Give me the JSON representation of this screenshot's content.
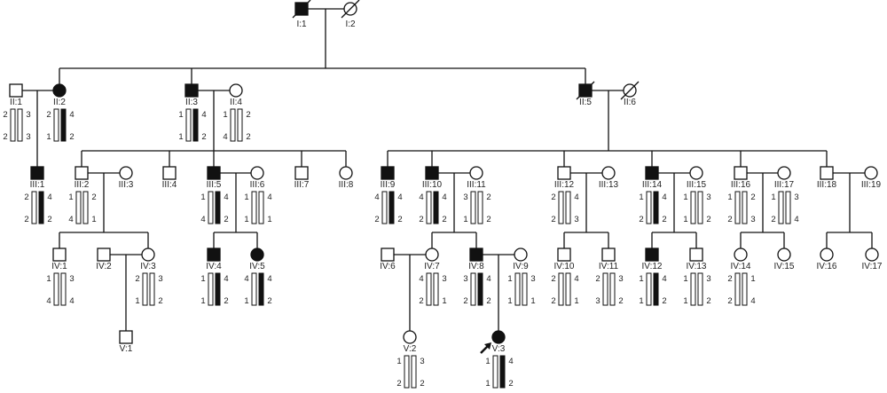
{
  "title": "Family pedigree with haplotypes",
  "colors": {
    "affected": "#111111",
    "unaffected": "#ffffff",
    "line": "#111111"
  },
  "proband": "V:3",
  "individuals": [
    {
      "id": "I:1",
      "sex": "M",
      "affected": true,
      "deceased": true
    },
    {
      "id": "I:2",
      "sex": "F",
      "affected": false,
      "deceased": true
    },
    {
      "id": "II:1",
      "sex": "M",
      "affected": false,
      "hap": {
        "l": [
          "2",
          "2"
        ],
        "r": [
          "3",
          "3"
        ],
        "fill": false
      }
    },
    {
      "id": "II:2",
      "sex": "F",
      "affected": true,
      "hap": {
        "l": [
          "2",
          "1"
        ],
        "r": [
          "4",
          "2"
        ],
        "fill": true
      }
    },
    {
      "id": "II:3",
      "sex": "M",
      "affected": true,
      "hap": {
        "l": [
          "1",
          "1"
        ],
        "r": [
          "4",
          "2"
        ],
        "fill": true
      }
    },
    {
      "id": "II:4",
      "sex": "F",
      "affected": false,
      "hap": {
        "l": [
          "1",
          "4"
        ],
        "r": [
          "2",
          "2"
        ],
        "fill": false
      }
    },
    {
      "id": "II:5",
      "sex": "M",
      "affected": true,
      "deceased": true
    },
    {
      "id": "II:6",
      "sex": "F",
      "affected": false,
      "deceased": true
    },
    {
      "id": "III:1",
      "sex": "M",
      "affected": true,
      "hap": {
        "l": [
          "2",
          "2"
        ],
        "r": [
          "4",
          "2"
        ],
        "fill": true
      }
    },
    {
      "id": "III:2",
      "sex": "M",
      "affected": false,
      "hap": {
        "l": [
          "1",
          "4"
        ],
        "r": [
          "2",
          "1"
        ],
        "fill": false
      }
    },
    {
      "id": "III:3",
      "sex": "F",
      "affected": false
    },
    {
      "id": "III:4",
      "sex": "M",
      "affected": false
    },
    {
      "id": "III:5",
      "sex": "M",
      "affected": true,
      "hap": {
        "l": [
          "1",
          "4"
        ],
        "r": [
          "4",
          "2"
        ],
        "fill": true
      }
    },
    {
      "id": "III:6",
      "sex": "F",
      "affected": false,
      "hap": {
        "l": [
          "1",
          "1"
        ],
        "r": [
          "4",
          "1"
        ],
        "fill": false
      }
    },
    {
      "id": "III:7",
      "sex": "M",
      "affected": false
    },
    {
      "id": "III:8",
      "sex": "F",
      "affected": false
    },
    {
      "id": "III:9",
      "sex": "M",
      "affected": true,
      "hap": {
        "l": [
          "4",
          "2"
        ],
        "r": [
          "4",
          "2"
        ],
        "fill": true
      }
    },
    {
      "id": "III:10",
      "sex": "M",
      "affected": true,
      "hap": {
        "l": [
          "4",
          "2"
        ],
        "r": [
          "4",
          "2"
        ],
        "fill": true
      }
    },
    {
      "id": "III:11",
      "sex": "F",
      "affected": false,
      "hap": {
        "l": [
          "3",
          "1"
        ],
        "r": [
          "2",
          "2"
        ],
        "fill": false
      }
    },
    {
      "id": "III:12",
      "sex": "M",
      "affected": false,
      "hap": {
        "l": [
          "2",
          "2"
        ],
        "r": [
          "4",
          "3"
        ],
        "fill": false
      }
    },
    {
      "id": "III:13",
      "sex": "F",
      "affected": false
    },
    {
      "id": "III:14",
      "sex": "M",
      "affected": true,
      "hap": {
        "l": [
          "1",
          "2"
        ],
        "r": [
          "4",
          "2"
        ],
        "fill": true
      }
    },
    {
      "id": "III:15",
      "sex": "F",
      "affected": false,
      "hap": {
        "l": [
          "1",
          "1"
        ],
        "r": [
          "3",
          "2"
        ],
        "fill": false
      }
    },
    {
      "id": "III:16",
      "sex": "M",
      "affected": false,
      "hap": {
        "l": [
          "1",
          "2"
        ],
        "r": [
          "2",
          "3"
        ],
        "fill": false
      }
    },
    {
      "id": "III:17",
      "sex": "F",
      "affected": false,
      "hap": {
        "l": [
          "1",
          "2"
        ],
        "r": [
          "3",
          "4"
        ],
        "fill": false
      }
    },
    {
      "id": "III:18",
      "sex": "M",
      "affected": false
    },
    {
      "id": "III:19",
      "sex": "F",
      "affected": false
    },
    {
      "id": "IV:1",
      "sex": "M",
      "affected": false,
      "hap": {
        "l": [
          "1",
          "4"
        ],
        "r": [
          "3",
          "4"
        ],
        "fill": false
      }
    },
    {
      "id": "IV:2",
      "sex": "M",
      "affected": false
    },
    {
      "id": "IV:3",
      "sex": "F",
      "affected": false,
      "hap": {
        "l": [
          "2",
          "1"
        ],
        "r": [
          "3",
          "2"
        ],
        "fill": false
      }
    },
    {
      "id": "IV:4",
      "sex": "M",
      "affected": true,
      "hap": {
        "l": [
          "1",
          "1"
        ],
        "r": [
          "4",
          "2"
        ],
        "fill": true
      }
    },
    {
      "id": "IV:5",
      "sex": "F",
      "affected": true,
      "hap": {
        "l": [
          "4",
          "1"
        ],
        "r": [
          "4",
          "2"
        ],
        "fill": true
      }
    },
    {
      "id": "IV:6",
      "sex": "M",
      "affected": false
    },
    {
      "id": "IV:7",
      "sex": "F",
      "affected": false,
      "hap": {
        "l": [
          "4",
          "2"
        ],
        "r": [
          "3",
          "1"
        ],
        "fill": false
      }
    },
    {
      "id": "IV:8",
      "sex": "M",
      "affected": true,
      "hap": {
        "l": [
          "3",
          "2"
        ],
        "r": [
          "4",
          "2"
        ],
        "fill": true
      }
    },
    {
      "id": "IV:9",
      "sex": "F",
      "affected": false,
      "hap": {
        "l": [
          "1",
          "1"
        ],
        "r": [
          "3",
          "1"
        ],
        "fill": false
      }
    },
    {
      "id": "IV:10",
      "sex": "M",
      "affected": false,
      "hap": {
        "l": [
          "2",
          "2"
        ],
        "r": [
          "4",
          "1"
        ],
        "fill": false
      }
    },
    {
      "id": "IV:11",
      "sex": "M",
      "affected": false,
      "hap": {
        "l": [
          "2",
          "3"
        ],
        "r": [
          "3",
          "2"
        ],
        "fill": false
      }
    },
    {
      "id": "IV:12",
      "sex": "M",
      "affected": true,
      "hap": {
        "l": [
          "1",
          "1"
        ],
        "r": [
          "4",
          "2"
        ],
        "fill": true
      }
    },
    {
      "id": "IV:13",
      "sex": "M",
      "affected": false,
      "hap": {
        "l": [
          "1",
          "1"
        ],
        "r": [
          "3",
          "2"
        ],
        "fill": false
      }
    },
    {
      "id": "IV:14",
      "sex": "F",
      "affected": false,
      "hap": {
        "l": [
          "2",
          "2"
        ],
        "r": [
          "1",
          "4"
        ],
        "fill": false
      }
    },
    {
      "id": "IV:15",
      "sex": "F",
      "affected": false
    },
    {
      "id": "IV:16",
      "sex": "F",
      "affected": false
    },
    {
      "id": "IV:17",
      "sex": "F",
      "affected": false
    },
    {
      "id": "V:1",
      "sex": "M",
      "affected": false
    },
    {
      "id": "V:2",
      "sex": "F",
      "affected": false,
      "hap": {
        "l": [
          "1",
          "2"
        ],
        "r": [
          "3",
          "2"
        ],
        "fill": false
      }
    },
    {
      "id": "V:3",
      "sex": "F",
      "affected": true,
      "hap": {
        "l": [
          "1",
          "1"
        ],
        "r": [
          "4",
          "2"
        ],
        "fill": true
      }
    }
  ]
}
